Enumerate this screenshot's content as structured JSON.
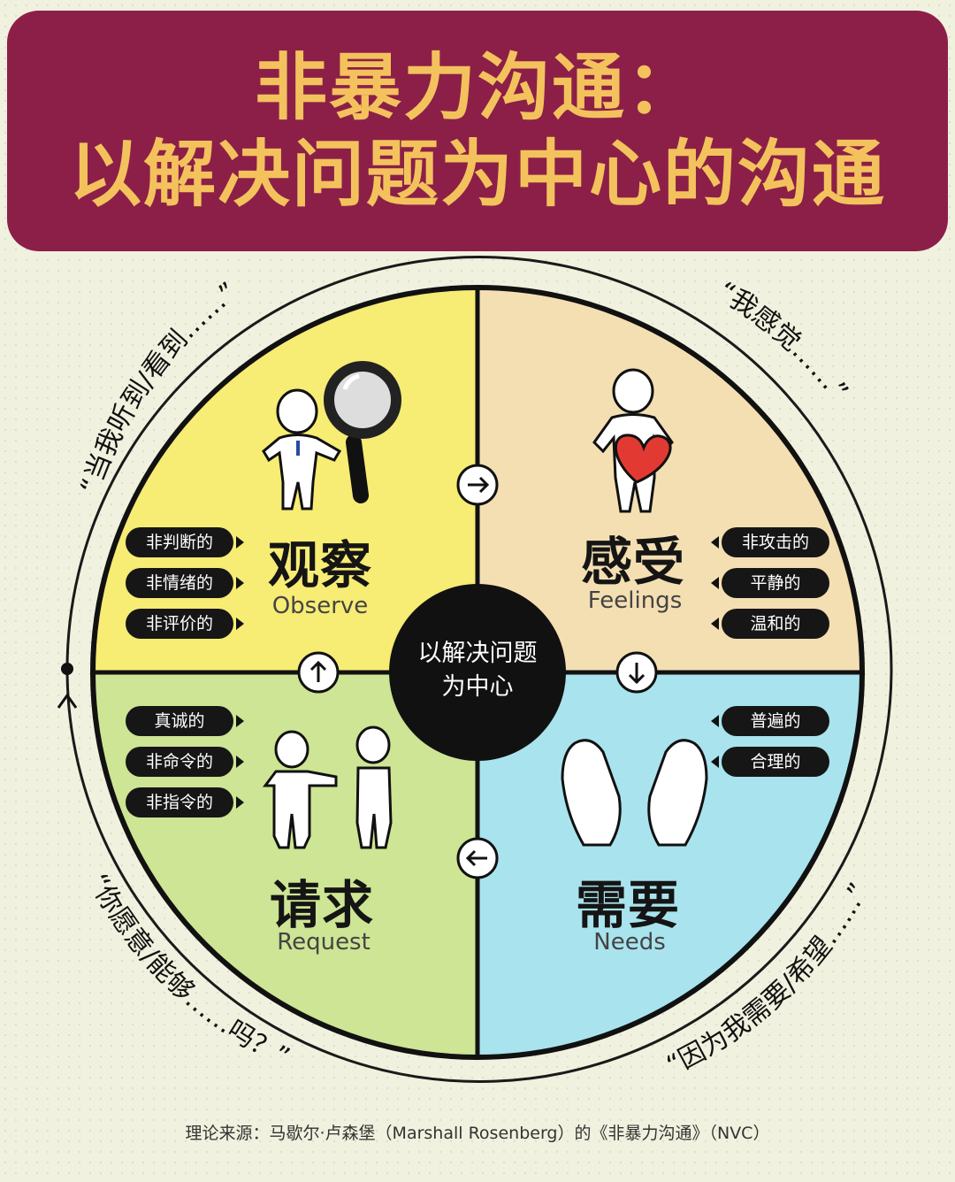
{
  "title": {
    "line1": "非暴力沟通：",
    "line2": "以解决问题为中心的沟通"
  },
  "center": {
    "line1": "以解决问题",
    "line2": "为中心"
  },
  "quadrants": {
    "observe": {
      "title": "观察",
      "subtitle": "Observe",
      "pills": [
        "非判断的",
        "非情绪的",
        "非评价的"
      ],
      "color": "#f7ec74"
    },
    "feelings": {
      "title": "感受",
      "subtitle": "Feelings",
      "pills": [
        "非攻击的",
        "平静的",
        "温和的"
      ],
      "color": "#f4dfb3"
    },
    "request": {
      "title": "请求",
      "subtitle": "Request",
      "pills": [
        "真诚的",
        "非命令的",
        "非指令的"
      ],
      "color": "#cde594"
    },
    "needs": {
      "title": "需要",
      "subtitle": "Needs",
      "pills": [
        "普遍的",
        "合理的"
      ],
      "color": "#a9e3ee"
    }
  },
  "arc_quotes": {
    "top_left": "“当我听到/看到……”",
    "top_right": "“我感觉……”",
    "bottom_right": "“因为我需要/希望……”",
    "bottom_left": "“你愿意/能够……吗？”"
  },
  "footer": "理论来源：马歇尔·卢森堡（Marshall Rosenberg）的《非暴力沟通》（NVC）",
  "icons": [
    "magnifier-icon",
    "heart-icon",
    "hands-icon",
    "pointing-figure-icon",
    "arrow-right-icon",
    "arrow-down-icon",
    "arrow-left-icon",
    "arrow-up-icon"
  ]
}
